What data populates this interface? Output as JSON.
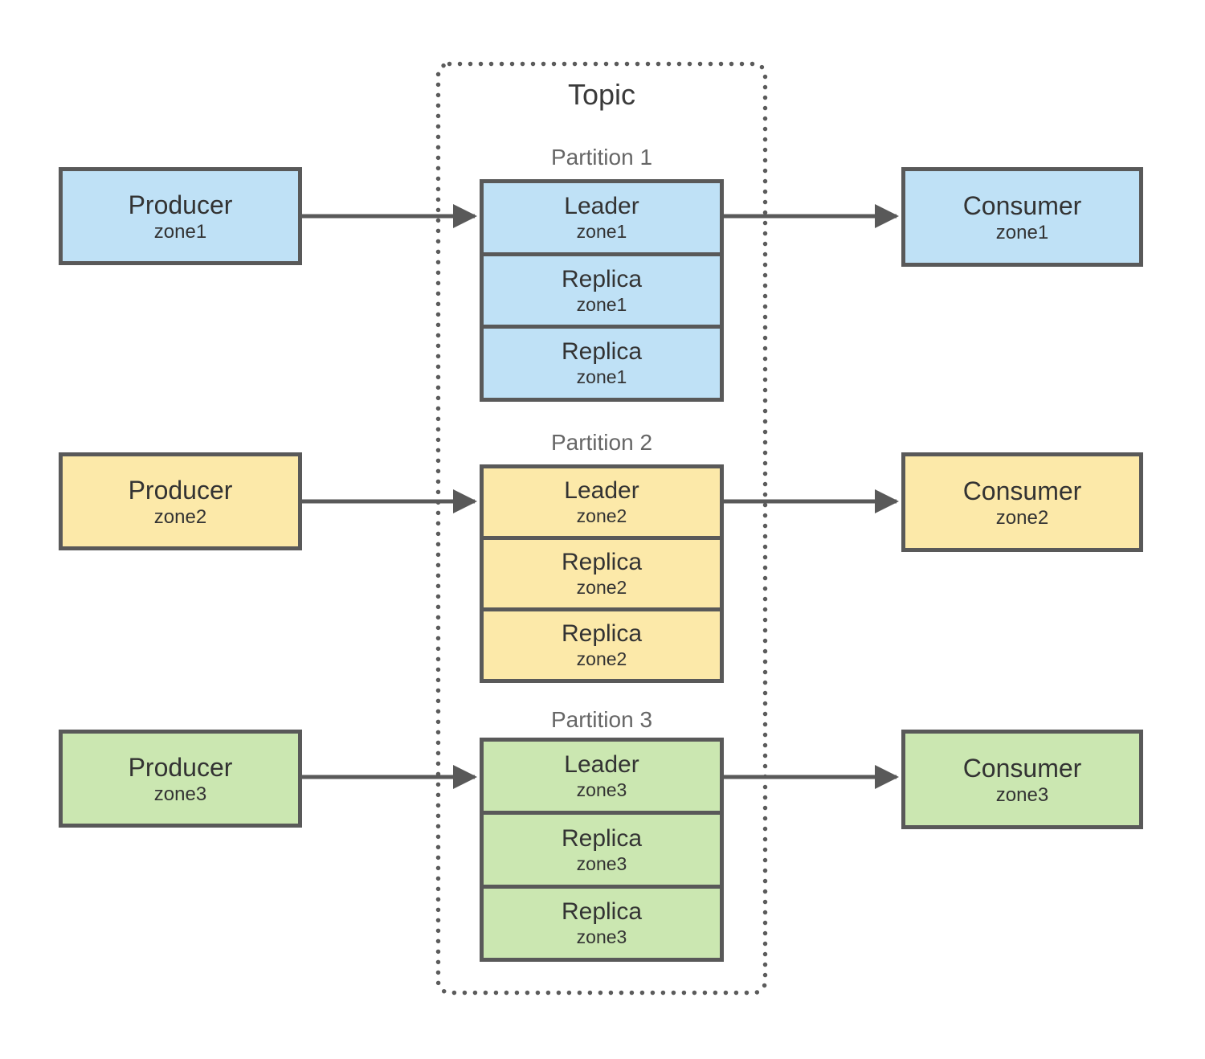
{
  "topic": {
    "label": "Topic"
  },
  "colors": {
    "shape_border": "#595959",
    "connector": "#595959",
    "dotted_border": "#5b5b5b",
    "topic_text": "#3a3a3a",
    "partition_text": "#666666",
    "shape_text": "#333333",
    "zone1_fill": "#bfe1f6",
    "zone2_fill": "#fce9a9",
    "zone3_fill": "#cbe7b1"
  },
  "rows": [
    {
      "zone": "zone1",
      "color": "#bfe1f6",
      "producer": {
        "title": "Producer",
        "subtitle": "zone1"
      },
      "partition": {
        "label": "Partition 1",
        "cells": [
          {
            "title": "Leader",
            "subtitle": "zone1"
          },
          {
            "title": "Replica",
            "subtitle": "zone1"
          },
          {
            "title": "Replica",
            "subtitle": "zone1"
          }
        ]
      },
      "consumer": {
        "title": "Consumer",
        "subtitle": "zone1"
      }
    },
    {
      "zone": "zone2",
      "color": "#fce9a9",
      "producer": {
        "title": "Producer",
        "subtitle": "zone2"
      },
      "partition": {
        "label": "Partition 2",
        "cells": [
          {
            "title": "Leader",
            "subtitle": "zone2"
          },
          {
            "title": "Replica",
            "subtitle": "zone2"
          },
          {
            "title": "Replica",
            "subtitle": "zone2"
          }
        ]
      },
      "consumer": {
        "title": "Consumer",
        "subtitle": "zone2"
      }
    },
    {
      "zone": "zone3",
      "color": "#cbe7b1",
      "producer": {
        "title": "Producer",
        "subtitle": "zone3"
      },
      "partition": {
        "label": "Partition 3",
        "cells": [
          {
            "title": "Leader",
            "subtitle": "zone3"
          },
          {
            "title": "Replica",
            "subtitle": "zone3"
          },
          {
            "title": "Replica",
            "subtitle": "zone3"
          }
        ]
      },
      "consumer": {
        "title": "Consumer",
        "subtitle": "zone3"
      }
    }
  ]
}
